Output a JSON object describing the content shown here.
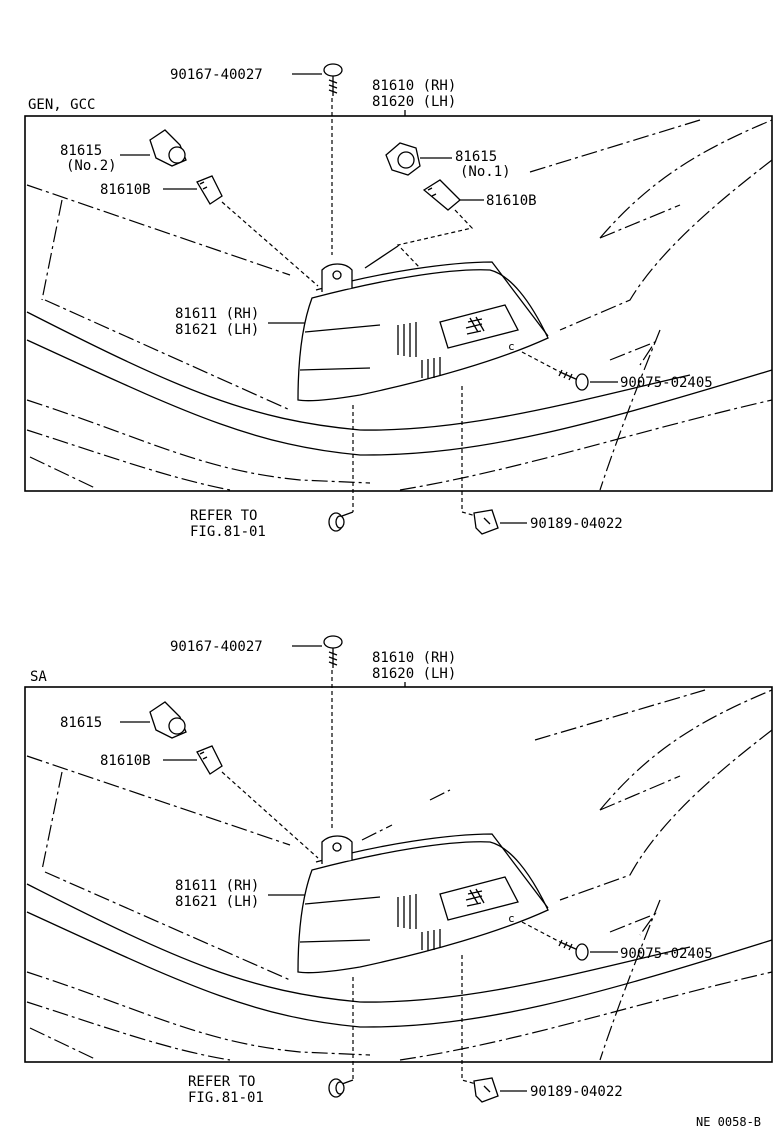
{
  "figure_code": "NE 0058-B",
  "panels": [
    {
      "variant": "GEN, GCC",
      "labels": {
        "screw_top": "90167-40027",
        "lamp_assy_rh": "81610 (RH)",
        "lamp_assy_lh": "81620 (LH)",
        "socket_no2": "81615",
        "socket_no2_sub": "(No.2)",
        "bulb_left": "81610B",
        "socket_no1": "81615",
        "socket_no1_sub": "(No.1)",
        "bulb_right": "81610B",
        "lens_rh": "81611 (RH)",
        "lens_lh": "81621 (LH)",
        "screw_side": "90075-02405",
        "refer_line1": "REFER TO",
        "refer_line2": "FIG.81-01",
        "clip": "90189-04022"
      }
    },
    {
      "variant": "SA",
      "labels": {
        "screw_top": "90167-40027",
        "lamp_assy_rh": "81610 (RH)",
        "lamp_assy_lh": "81620 (LH)",
        "socket": "81615",
        "bulb": "81610B",
        "lens_rh": "81611 (RH)",
        "lens_lh": "81621 (LH)",
        "screw_side": "90075-02405",
        "refer_line1": "REFER TO",
        "refer_line2": "FIG.81-01",
        "clip": "90189-04022"
      }
    }
  ]
}
